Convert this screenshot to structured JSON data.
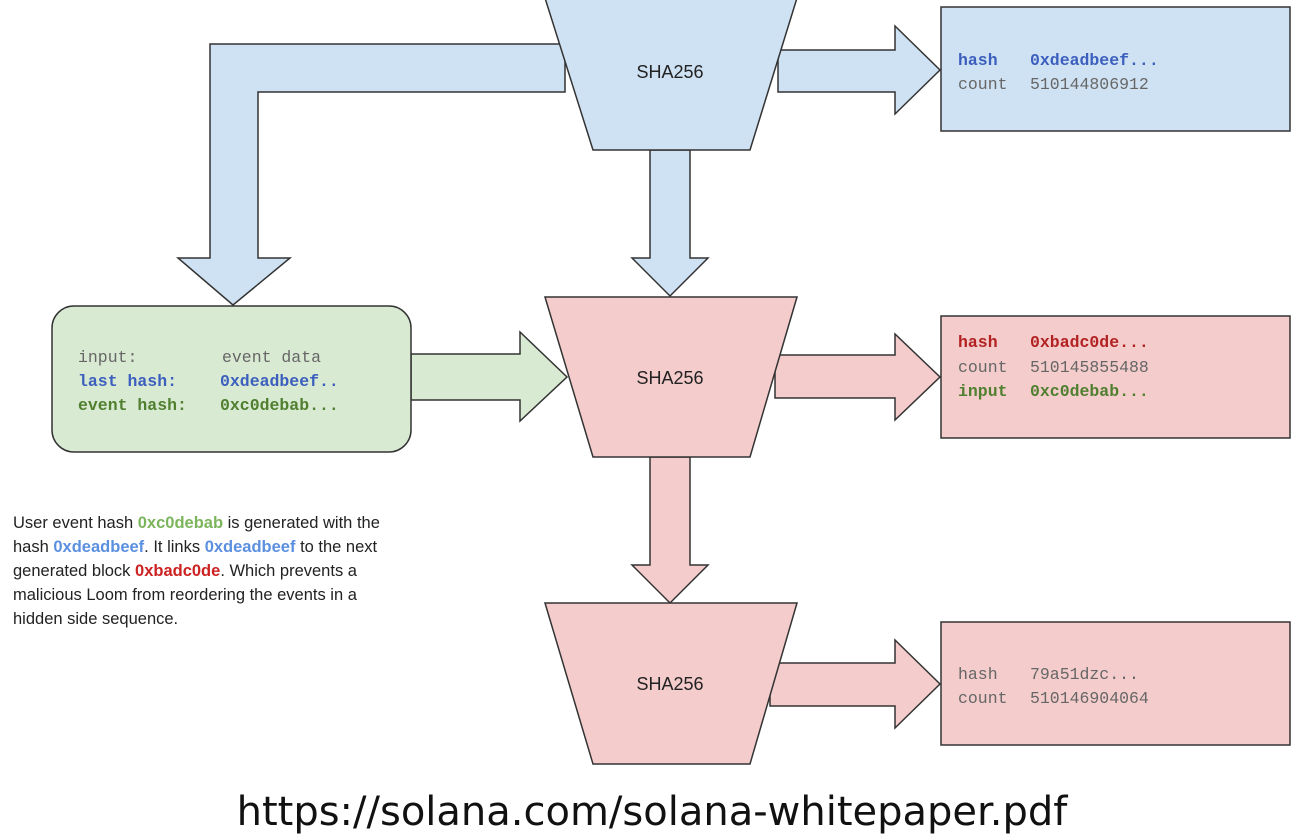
{
  "colors": {
    "blue_fill": "#cfe2f3",
    "pink_fill": "#f4cccc",
    "green_fill": "#d9ead3",
    "stroke": "#333333",
    "text_blue": "#3c5fbe",
    "text_red": "#b22222",
    "text_green": "#4f7f2f",
    "text_gray": "#666666",
    "caption_green": "#7cb55c",
    "caption_blue": "#5b8fe0",
    "caption_red": "#cc2222"
  },
  "hash_blocks": [
    {
      "label": "SHA256",
      "fill": "blue"
    },
    {
      "label": "SHA256",
      "fill": "pink"
    },
    {
      "label": "SHA256",
      "fill": "pink"
    }
  ],
  "output_blocks": [
    {
      "line1_key": "hash",
      "line1_value": "0xdeadbeef...",
      "line2_key": "count",
      "line2_value": "510144806912"
    },
    {
      "line1_key": "hash",
      "line1_value": "0xbadc0de...",
      "line2_key": "count",
      "line2_value": "510145855488",
      "line3_key": "input",
      "line3_value": "0xc0debab..."
    },
    {
      "line1_key": "hash",
      "line1_value": "79a51dzc...",
      "line2_key": "count",
      "line2_value": "510146904064"
    }
  ],
  "input_block": {
    "row1_key": "input:",
    "row1_value": "event data",
    "row2_key": "last hash:",
    "row2_value": "0xdeadbeef..",
    "row3_key": "event hash:",
    "row3_value": "0xc0debab..."
  },
  "caption": {
    "t1": "User event hash ",
    "h1": "0xc0debab",
    "t2": " is generated with the hash ",
    "h2": "0xdeadbeef",
    "t3": ".  It links ",
    "h3": "0xdeadbeef",
    "t4": " to the next generated block ",
    "h4": "0xbadc0de",
    "t5": ".  Which prevents a malicious Loom from reordering the events in a hidden side sequence."
  },
  "footer_url": "https://solana.com/solana-whitepaper.pdf"
}
